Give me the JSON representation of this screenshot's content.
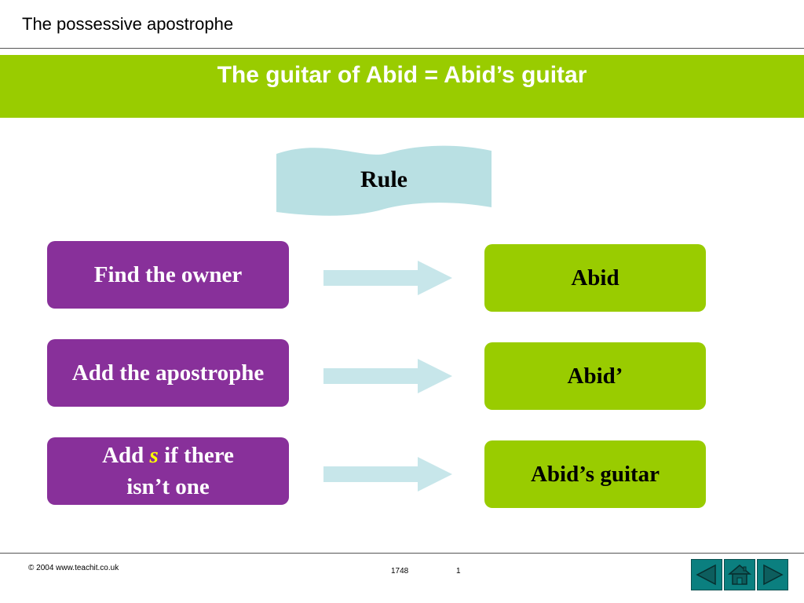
{
  "header": {
    "title": "The possessive apostrophe"
  },
  "banner": {
    "title": "The guitar of Abid = Abid’s guitar"
  },
  "rule": {
    "label": "Rule"
  },
  "steps": [
    {
      "label": "Find the owner",
      "result": "Abid"
    },
    {
      "label": "Add the apostrophe",
      "result": "Abid’"
    },
    {
      "label_prefix": "Add",
      "label_highlight": "s",
      "label_suffix": "if there",
      "label_line2": "isn’t one",
      "result": "Abid’s guitar"
    }
  ],
  "footer": {
    "copyright": "© 2004 www.teachit.co.uk",
    "code": "1748",
    "page": "1"
  },
  "nav": {
    "prev_icon": "triangle-left-icon",
    "home_icon": "home-icon",
    "next_icon": "triangle-right-icon"
  },
  "colors": {
    "accent_green": "#99cc00",
    "purple": "#88309a",
    "rule_banner": "#b9e0e3",
    "arrow": "#c7e6ea",
    "nav_teal": "#0b7f7f"
  }
}
